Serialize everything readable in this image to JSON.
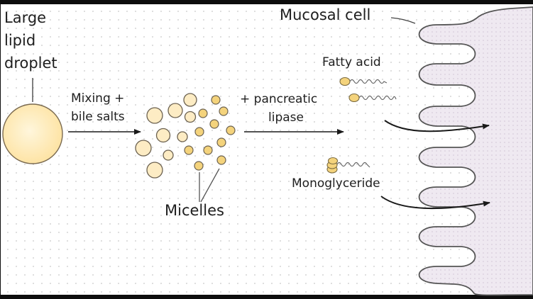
{
  "diagram": {
    "title": "Lipid digestion and absorption",
    "labels": {
      "droplet_line1": "Large",
      "droplet_line2": "lipid",
      "droplet_line3": "droplet",
      "step1_line1": "Mixing +",
      "step1_line2": "bile salts",
      "step2_line1": "+ pancreatic",
      "step2_line2": "lipase",
      "micelles": "Micelles",
      "mucosal_cell": "Mucosal cell",
      "fatty_acid": "Fatty acid",
      "monoglyceride": "Monoglyceride"
    },
    "colors": {
      "droplet_fill": "#fde8b0",
      "micelle_light": "#fdebc0",
      "micelle_dark": "#f3d27a",
      "cell_fill": "#ece6ee",
      "outline": "#555555",
      "text": "#1e1e1e"
    }
  }
}
